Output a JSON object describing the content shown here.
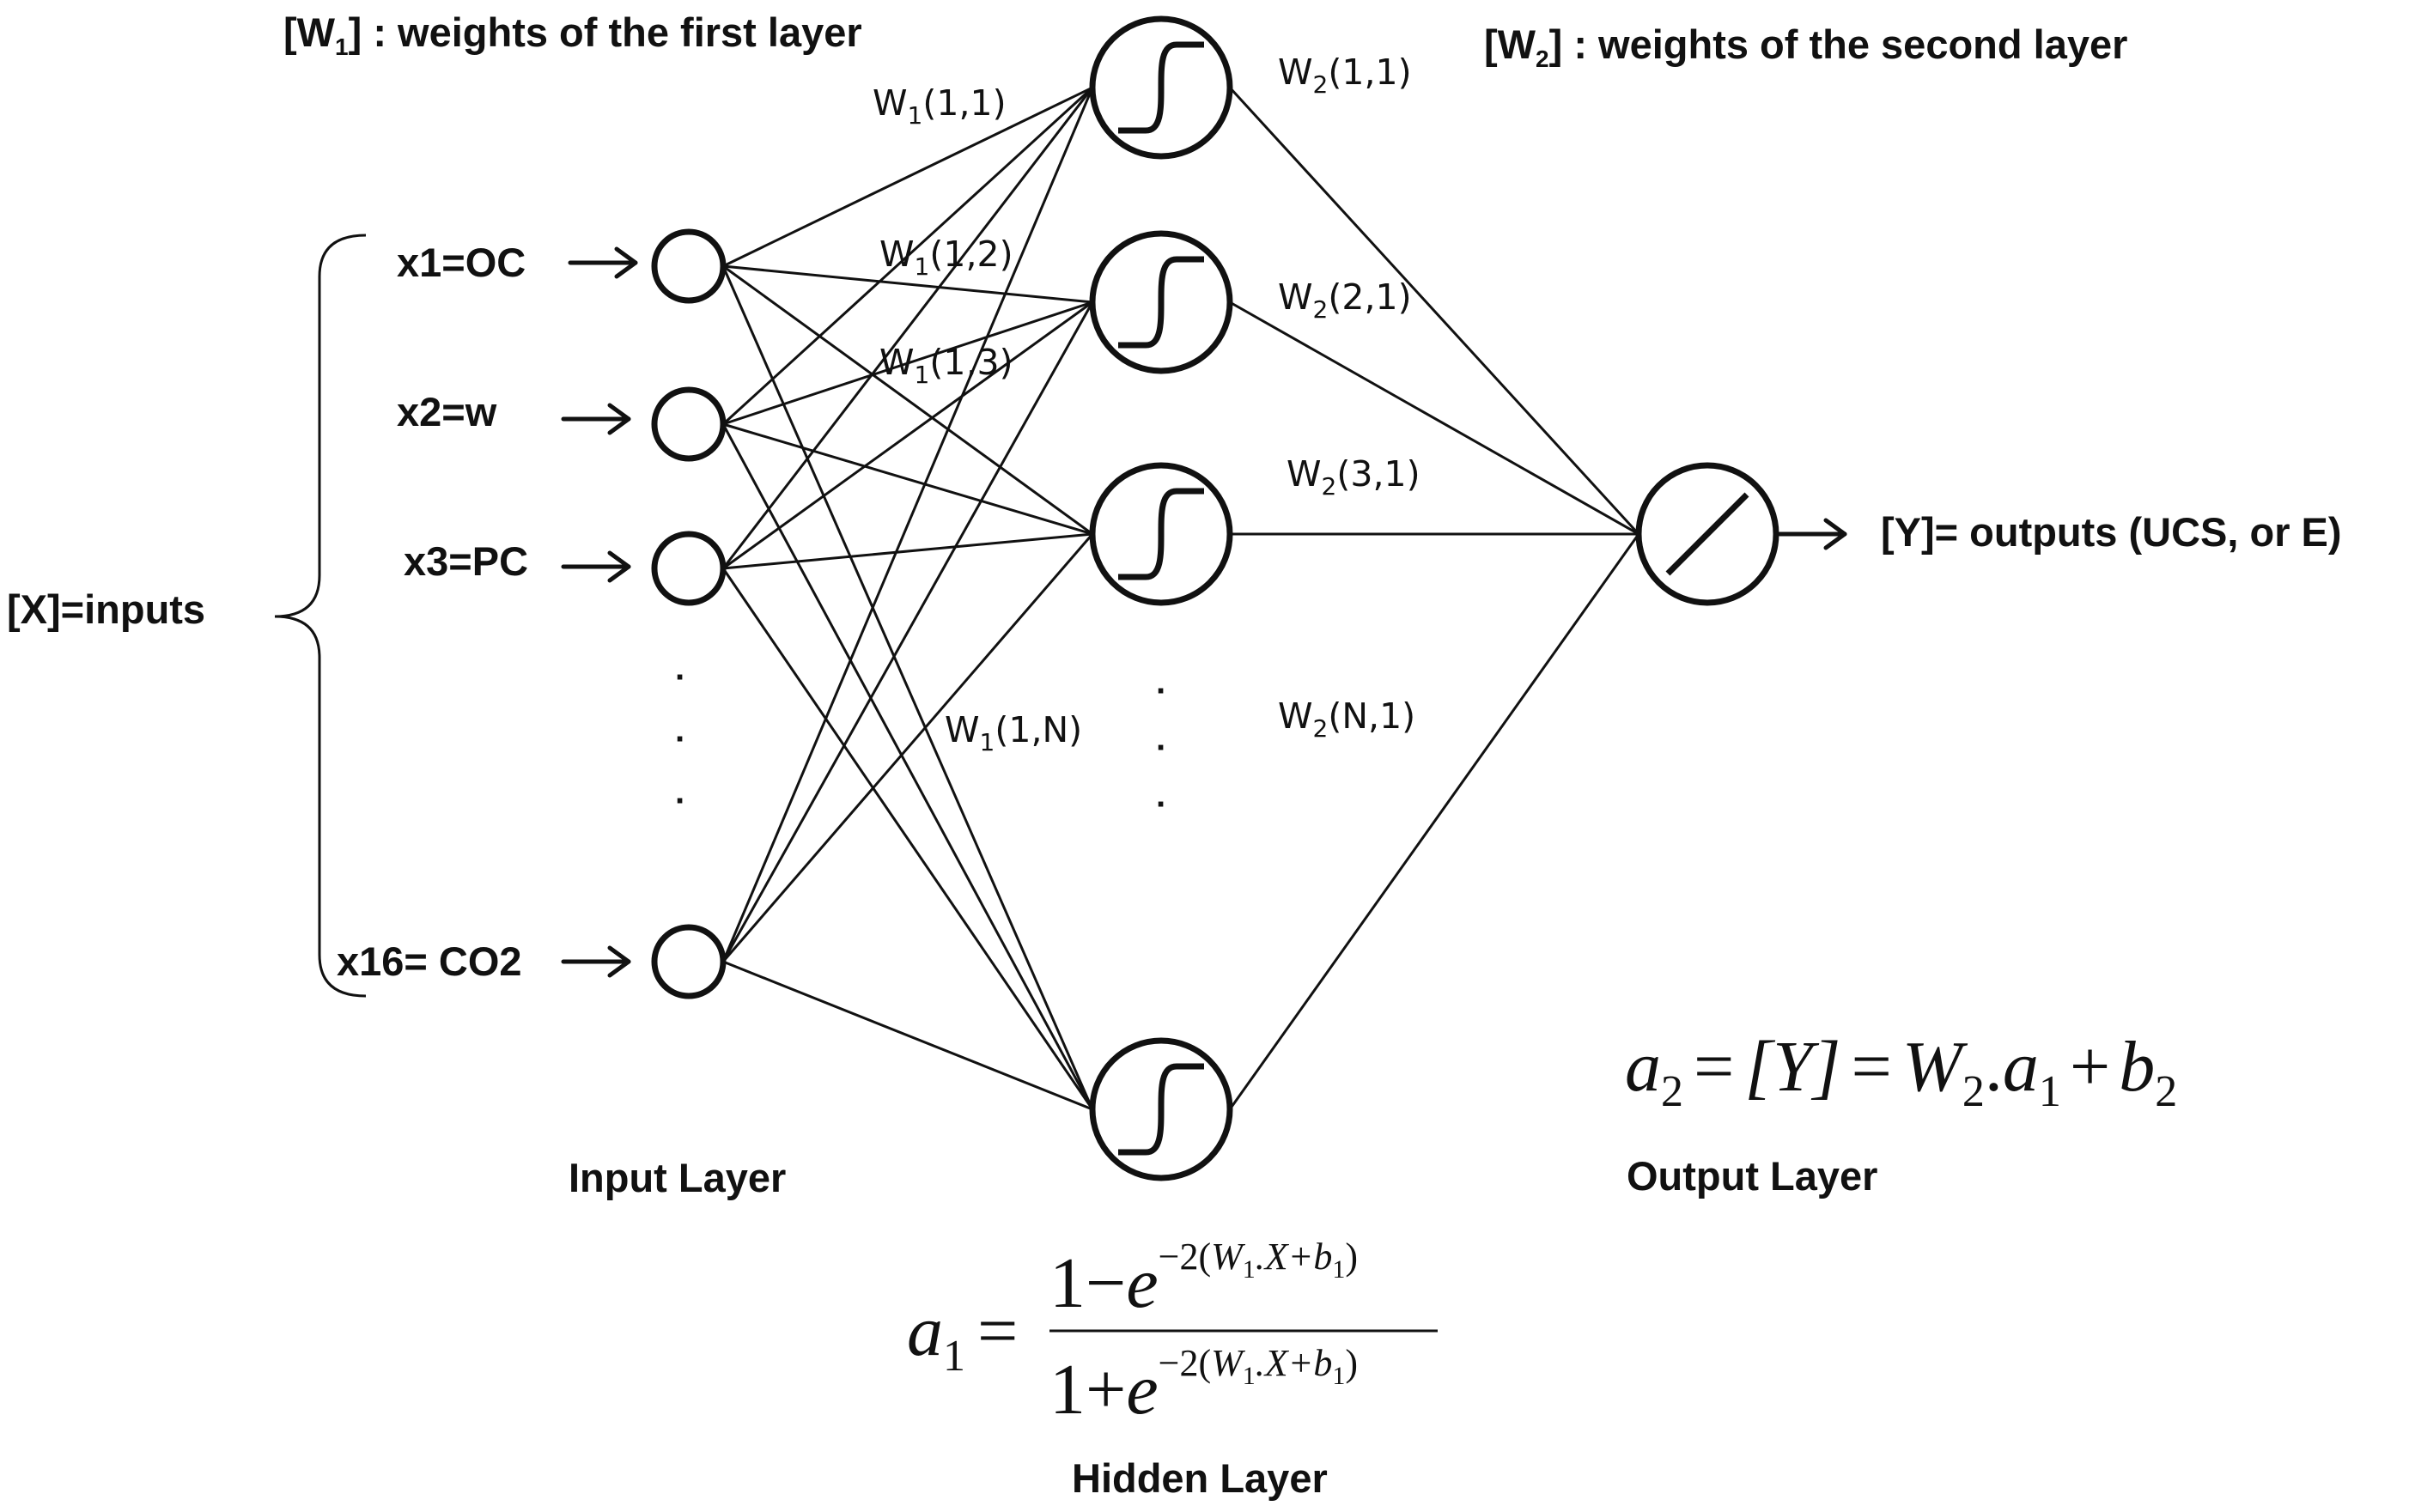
{
  "header": {
    "w1_symbol": "W",
    "w1_sub": "1",
    "w1_text": ": weights of the first layer",
    "w2_symbol": "W",
    "w2_sub": "2",
    "w2_text": ": weights of the second layer"
  },
  "inputs": {
    "group_label": "[X]=inputs",
    "items": [
      {
        "label": "x1=OC"
      },
      {
        "label": "x2=w"
      },
      {
        "label": "x3=PC"
      },
      {
        "label": "x16= CO2"
      }
    ],
    "ellipsis": "·"
  },
  "weights1": [
    {
      "base": "W",
      "sub": "1",
      "idx": "(1,1)"
    },
    {
      "base": "W",
      "sub": "1",
      "idx": "(1,2)"
    },
    {
      "base": "W",
      "sub": "1",
      "idx": "(1,3)"
    },
    {
      "base": "W",
      "sub": "1",
      "idx": "(1,N)"
    }
  ],
  "weights2": [
    {
      "base": "W",
      "sub": "2",
      "idx": "(1,1)"
    },
    {
      "base": "W",
      "sub": "2",
      "idx": "(2,1)"
    },
    {
      "base": "W",
      "sub": "2",
      "idx": "(3,1)"
    },
    {
      "base": "W",
      "sub": "2",
      "idx": "(N,1)"
    }
  ],
  "output": {
    "label": "[Y]= outputs (UCS, or E)"
  },
  "layers": {
    "input": "Input Layer",
    "hidden": "Hidden Layer",
    "output": "Output Layer"
  },
  "equations": {
    "a2": {
      "lhs": "a",
      "lhs_sub": "2",
      "eq": "=",
      "y": "[Y]",
      "eq2": "=",
      "w": "W",
      "w_sub": "2",
      "dot": ".",
      "a": "a",
      "a_sub": "1",
      "plus": "+",
      "b": "b",
      "b_sub": "2"
    },
    "a1": {
      "lhs": "a",
      "lhs_sub": "1",
      "eq": "=",
      "num_one": "1",
      "num_op": "−",
      "den_one": "1",
      "den_op": "+",
      "e": "e",
      "exp_pre": "−2(",
      "exp_w": "W",
      "exp_w_sub": "1",
      "exp_mid": ".X+",
      "exp_b": "b",
      "exp_b_sub": "1",
      "exp_post": ")"
    }
  }
}
